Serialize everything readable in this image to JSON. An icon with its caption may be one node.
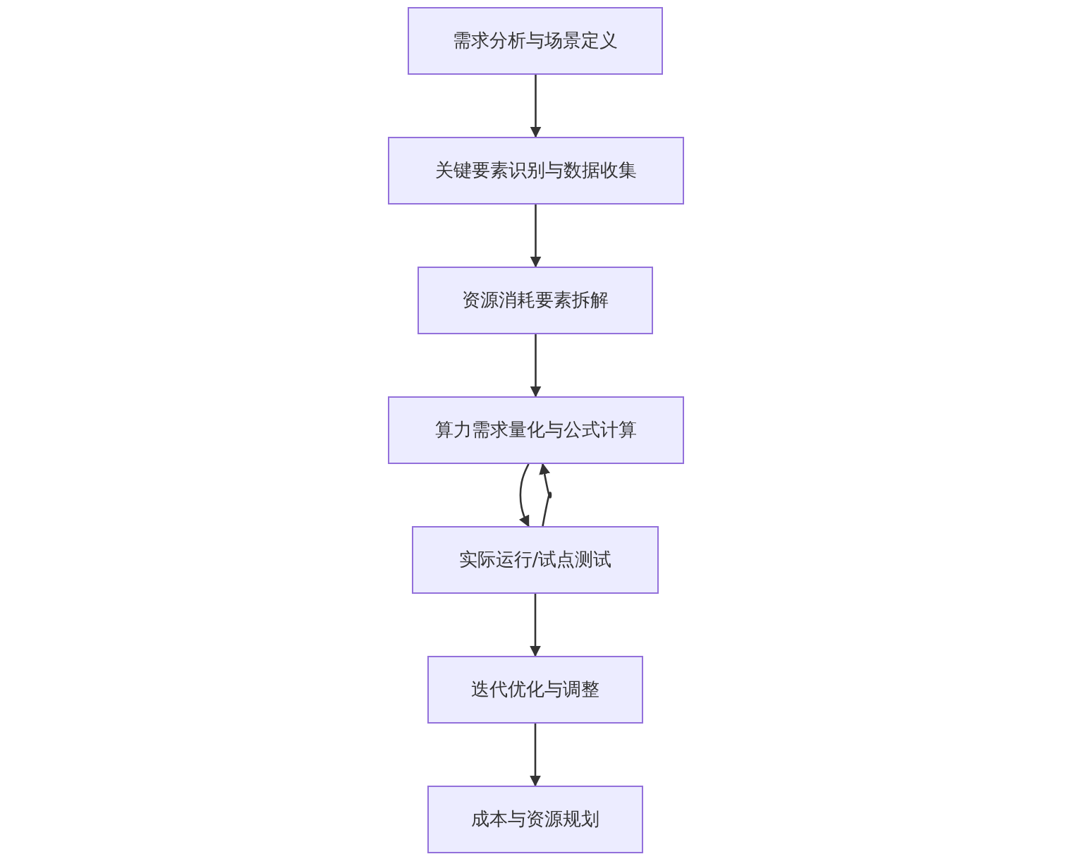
{
  "diagram": {
    "nodes": [
      {
        "text": [
          "需求分析与场景定义"
        ]
      },
      {
        "text": [
          "关键要素识别与数据收集"
        ]
      },
      {
        "text": [
          "资源消耗要素拆解"
        ]
      },
      {
        "text": [
          "算力需求量化与公式计算"
        ]
      },
      {
        "text": [
          "实际运行/试点测试"
        ]
      },
      {
        "text": [
          "迭代优化与调整"
        ]
      },
      {
        "text": [
          "成本与资源规划"
        ]
      }
    ],
    "edges": [
      {
        "from": 0,
        "to": 1,
        "arrow": "to"
      },
      {
        "from": 1,
        "to": 2,
        "arrow": "to"
      },
      {
        "from": 2,
        "to": 3,
        "arrow": "to"
      },
      {
        "from": 3,
        "to": 4,
        "arrow": "to"
      },
      {
        "from": 4,
        "to": 3,
        "arrow": "to"
      },
      {
        "from": 4,
        "to": 5,
        "arrow": "to"
      },
      {
        "from": 5,
        "to": 6,
        "arrow": "to"
      }
    ]
  }
}
